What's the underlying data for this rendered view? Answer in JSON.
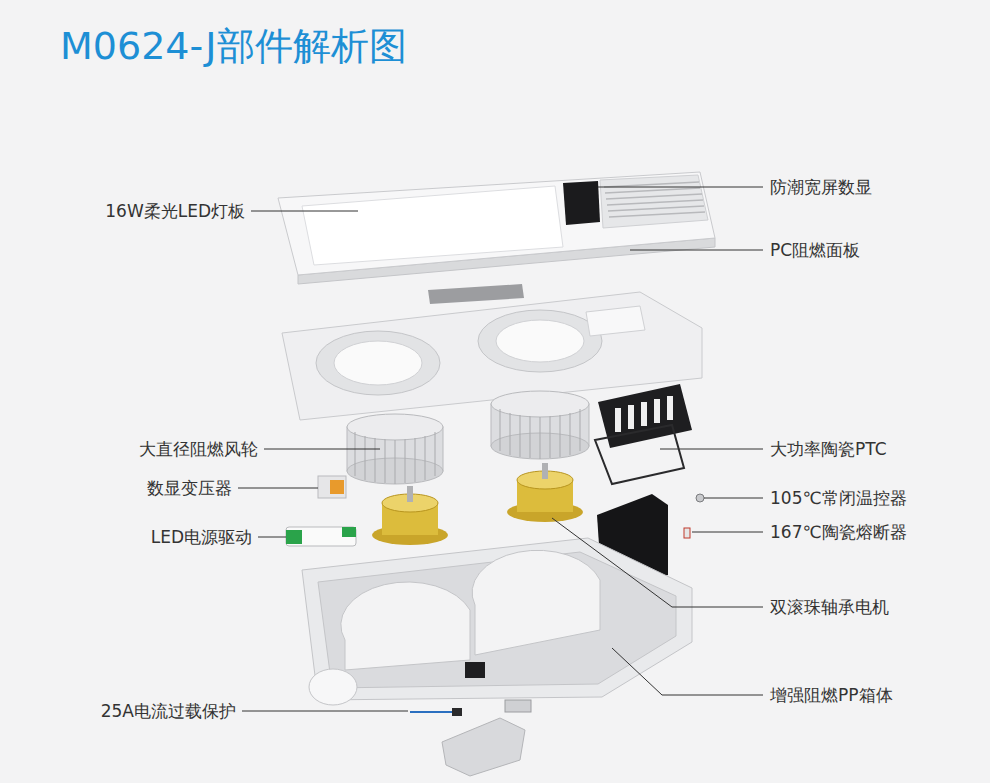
{
  "diagram": {
    "title": "M0624-J部件解析图",
    "labels": [
      "16W柔光LED灯板",
      "防潮宽屏数显",
      "PC阻燃面板",
      "大直径阻燃风轮",
      "大功率陶瓷PTC",
      "数显变压器",
      "105℃常闭温控器",
      "LED电源驱动",
      "167℃陶瓷熔断器",
      "双滚珠轴承电机",
      "增强阻燃PP箱体",
      "25A电流过载保护"
    ]
  }
}
